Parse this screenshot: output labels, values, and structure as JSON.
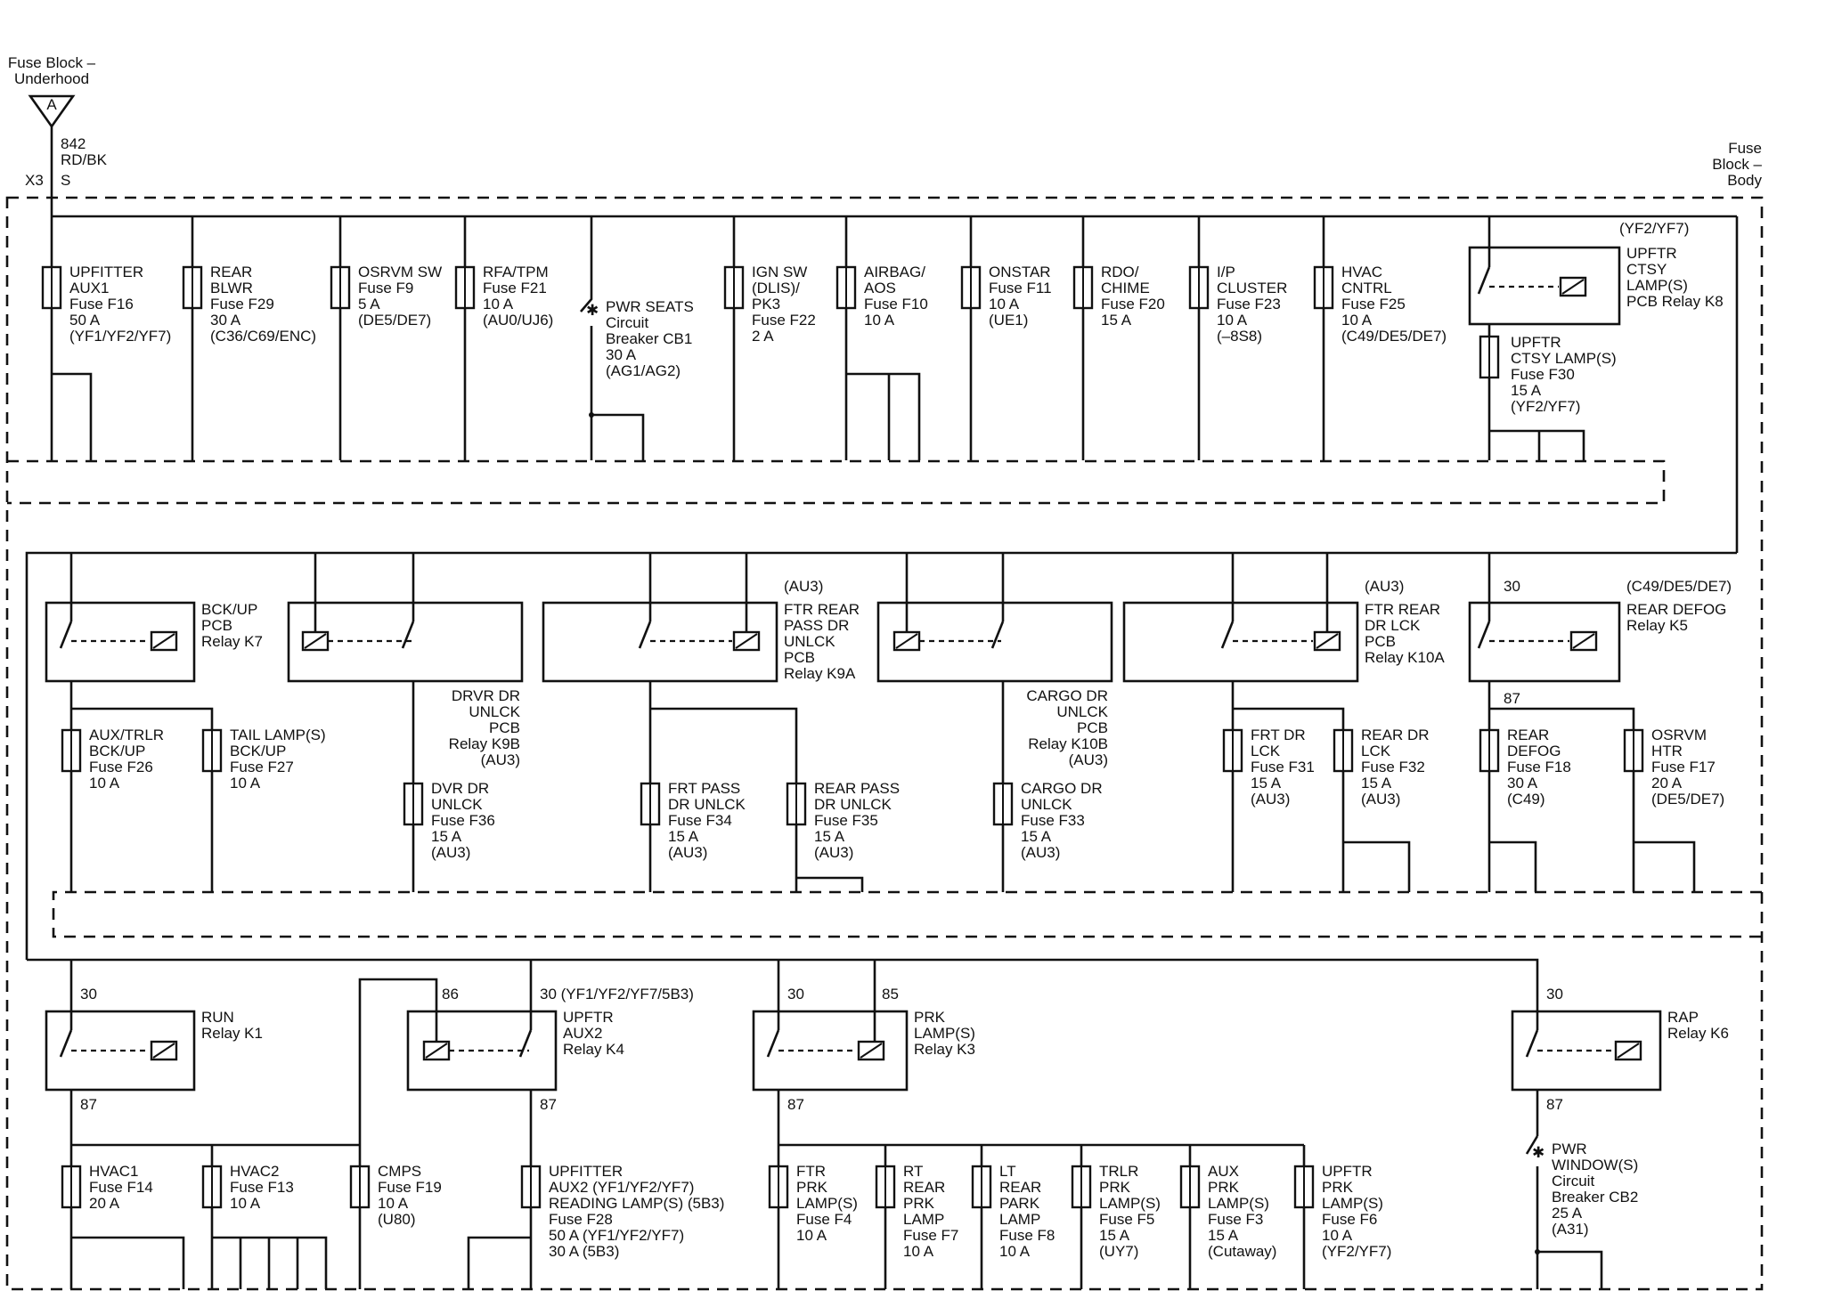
{
  "source": {
    "name": [
      "Fuse Block –",
      "Underhood"
    ],
    "terminal": "A",
    "circuit": [
      "842",
      "RD/BK"
    ],
    "connector": "X3",
    "splice": "S"
  },
  "block_body": [
    "Fuse",
    "Block –",
    "Body"
  ],
  "row1_fuses": [
    [
      "UPFITTER",
      "AUX1",
      "Fuse F16",
      "50 A",
      "(YF1/YF2/YF7)"
    ],
    [
      "REAR",
      "BLWR",
      "Fuse F29",
      "30 A",
      "(C36/C69/ENC)"
    ],
    [
      "OSRVM SW",
      "Fuse F9",
      "5 A",
      "(DE5/DE7)"
    ],
    [
      "RFA/TPM",
      "Fuse F21",
      "10 A",
      "(AU0/UJ6)"
    ],
    [
      "PWR SEATS",
      "Circuit",
      "Breaker CB1",
      "30 A",
      "(AG1/AG2)"
    ],
    [
      "IGN SW",
      "(DLIS)/",
      "PK3",
      "Fuse F22",
      "2 A"
    ],
    [
      "AIRBAG/",
      "AOS",
      "Fuse F10",
      "10 A"
    ],
    [
      "ONSTAR",
      "Fuse F11",
      "10 A",
      "(UE1)"
    ],
    [
      "RDO/",
      "CHIME",
      "Fuse F20",
      "15 A"
    ],
    [
      "I/P",
      "CLUSTER",
      "Fuse F23",
      "10 A",
      "(–8S8)"
    ],
    [
      "HVAC",
      "CNTRL",
      "Fuse F25",
      "10 A",
      "(C49/DE5/DE7)"
    ]
  ],
  "k8": {
    "option": "(YF2/YF7)",
    "label": [
      "UPFTR",
      "CTSY",
      "LAMP(S)",
      "PCB Relay K8"
    ],
    "fuse": [
      "UPFTR",
      "CTSY LAMP(S)",
      "Fuse F30",
      "15 A",
      "(YF2/YF7)"
    ]
  },
  "row2_relays": {
    "k7": [
      "BCK/UP",
      "PCB",
      "Relay K7"
    ],
    "k9b": [
      "DRVR DR",
      "UNLCK",
      "PCB",
      "Relay K9B",
      "(AU3)"
    ],
    "k9a_option": "(AU3)",
    "k9a": [
      "FTR REAR",
      "PASS DR",
      "UNLCK",
      "PCB",
      "Relay K9A"
    ],
    "k10b": [
      "CARGO DR",
      "UNLCK",
      "PCB",
      "Relay K10B",
      "(AU3)"
    ],
    "k10a_option": "(AU3)",
    "k10a": [
      "FTR REAR",
      "DR LCK",
      "PCB",
      "Relay K10A"
    ],
    "k5_option": "(C49/DE5/DE7)",
    "k5": [
      "REAR DEFOG",
      "Relay K5"
    ],
    "k5_pin_in": "30",
    "k5_pin_out": "87"
  },
  "row2_fuses": [
    [
      "AUX/TRLR",
      "BCK/UP",
      "Fuse F26",
      "10 A"
    ],
    [
      "TAIL LAMP(S)",
      "BCK/UP",
      "Fuse F27",
      "10 A"
    ],
    [
      "DVR DR",
      "UNLCK",
      "Fuse F36",
      "15 A",
      "(AU3)"
    ],
    [
      "FRT PASS",
      "DR UNLCK",
      "Fuse F34",
      "15 A",
      "(AU3)"
    ],
    [
      "REAR PASS",
      "DR UNLCK",
      "Fuse F35",
      "15 A",
      "(AU3)"
    ],
    [
      "CARGO DR",
      "UNLCK",
      "Fuse F33",
      "15 A",
      "(AU3)"
    ],
    [
      "FRT DR",
      "LCK",
      "Fuse F31",
      "15 A",
      "(AU3)"
    ],
    [
      "REAR DR",
      "LCK",
      "Fuse F32",
      "15 A",
      "(AU3)"
    ],
    [
      "REAR",
      "DEFOG",
      "Fuse F18",
      "30 A",
      "(C49)"
    ],
    [
      "OSRVM",
      "HTR",
      "Fuse F17",
      "20 A",
      "(DE5/DE7)"
    ]
  ],
  "row3_relays": {
    "k1": [
      "RUN",
      "Relay K1"
    ],
    "k1_pin_in": "30",
    "k1_pin_out": "87",
    "k4_pin_86": "86",
    "k4_pin_30": "30 (YF1/YF2/YF7/5B3)",
    "k4": [
      "UPFTR",
      "AUX2",
      "Relay K4"
    ],
    "k4_pin_out": "87",
    "k3_pin_in": "30",
    "k3_pin_85": "85",
    "k3": [
      "PRK",
      "LAMP(S)",
      "Relay K3"
    ],
    "k3_pin_out": "87",
    "k6_pin_in": "30",
    "k6": [
      "RAP",
      "Relay K6"
    ],
    "k6_pin_out": "87"
  },
  "row3_fuses": [
    [
      "HVAC1",
      "Fuse F14",
      "20 A"
    ],
    [
      "HVAC2",
      "Fuse F13",
      "10 A"
    ],
    [
      "CMPS",
      "Fuse F19",
      "10 A",
      "(U80)"
    ],
    [
      "UPFITTER",
      "AUX2 (YF1/YF2/YF7)",
      "READING LAMP(S) (5B3)",
      "Fuse F28",
      "50 A (YF1/YF2/YF7)",
      "30 A (5B3)"
    ],
    [
      "FTR",
      "PRK",
      "LAMP(S)",
      "Fuse F4",
      "10 A"
    ],
    [
      "RT",
      "REAR",
      "PRK",
      "LAMP",
      "Fuse F7",
      "10 A"
    ],
    [
      "LT",
      "REAR",
      "PARK",
      "LAMP",
      "Fuse F8",
      "10 A"
    ],
    [
      "TRLR",
      "PRK",
      "LAMP(S)",
      "Fuse F5",
      "15 A",
      "(UY7)"
    ],
    [
      "AUX",
      "PRK",
      "LAMP(S)",
      "Fuse F3",
      "15 A",
      "(Cutaway)"
    ],
    [
      "UPFTR",
      "PRK",
      "LAMP(S)",
      "Fuse F6",
      "10 A",
      "(YF2/YF7)"
    ]
  ],
  "cb2": [
    "PWR",
    "WINDOW(S)",
    "Circuit",
    "Breaker CB2",
    "25 A",
    "(A31)"
  ]
}
